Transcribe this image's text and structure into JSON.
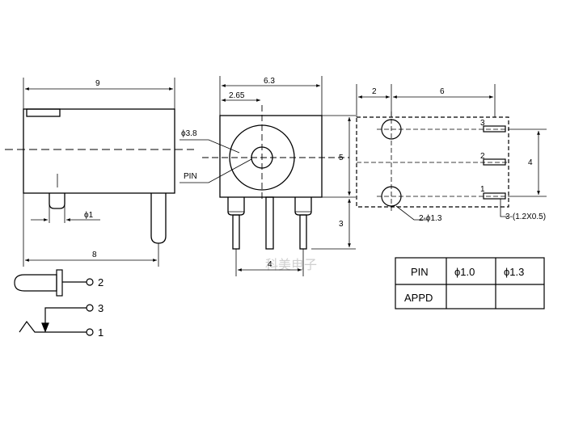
{
  "side_view": {
    "dim_length": "9",
    "dim_pin_length": "8",
    "dim_pin_diameter": "ϕ1"
  },
  "front_view": {
    "dim_width": "6.3",
    "dim_center_offset": "2.65",
    "dim_height": "5",
    "dim_pin_height": "3",
    "dim_pin_spacing": "4",
    "label_hole": "ϕ3.8",
    "label_pin": "PIN"
  },
  "bottom_view": {
    "dim_edge": "2",
    "dim_spacing": "6",
    "dim_height": "4",
    "label_holes": "2-ϕ1.3",
    "label_slots": "3-(1.2X0.5)",
    "pin_numbers": [
      "3",
      "2",
      "1"
    ]
  },
  "schematic": {
    "pins": [
      "2",
      "3",
      "1"
    ]
  },
  "table": {
    "header": [
      "PIN",
      "ϕ1.0",
      "ϕ1.3"
    ],
    "row": [
      "APPD",
      "",
      ""
    ]
  },
  "watermark": "科美电子"
}
